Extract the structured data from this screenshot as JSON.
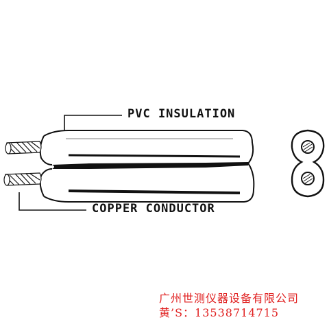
{
  "diagram": {
    "labels": {
      "insulation": "PVC INSULATION",
      "conductor": "COPPER CONDUCTOR"
    },
    "watermark": {
      "company": "广州世测仪器设备有限公司",
      "contact": "黄’S：13538714715"
    },
    "colors": {
      "ink": "#111111",
      "watermark": "#e02020"
    }
  }
}
